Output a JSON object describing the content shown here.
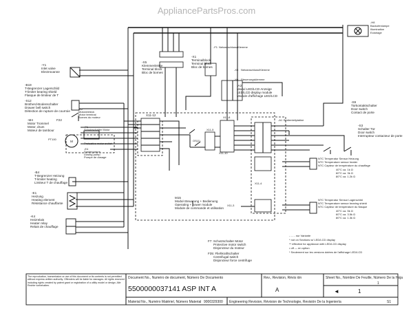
{
  "watermark": "AppliancePartsPros.com",
  "components": {
    "h8": [
      "-H8",
      "Backofenlampe",
      "Illumination",
      "Eclairage"
    ],
    "y1": [
      "-Y1",
      "Inlet valve",
      "Electrovanne"
    ],
    "b19": [
      "-B19",
      "T-Begrenzer Lagerschild",
      "T-limiter bearing shield",
      "Flasque de limiteur de T"
    ],
    "s12": [
      "-S12",
      "Brotherd-Bodenschalter",
      "Drawer bell switch",
      "Détection de rupture de courroie"
    ],
    "m4": [
      "-M4",
      "Motor Trommel",
      "Motor, drum",
      "Moteur de tambour"
    ],
    "f22": "F22",
    "pt100": "PT100",
    "b4": [
      "-B4",
      "T-Begrenzer Heizung",
      "T-limiter heating",
      "Limiteur T de chauffage"
    ],
    "e1": [
      "-E1",
      "Heizung",
      "Heating element",
      "Résistance chauffante"
    ],
    "k4": [
      "-K4",
      "Heizrelais",
      "Heater relay",
      "Relais de chauffage"
    ],
    "x2": [
      "-X2",
      "Motordreieck",
      "Motor terminal",
      "Bornes du moteur"
    ],
    "f1": [
      "-F1",
      "Schutzschalter Motor",
      "Protective motor switch"
    ],
    "e4": [
      "-E4",
      "Dosierpumpe",
      "Dosing pump",
      "Pompe de dosage"
    ],
    "fb1": [
      "-F1",
      "Netzanschluss/Klemme"
    ],
    "x1": [
      "-X1",
      "Terminalblock",
      "Terminal block",
      "Bloc de bornes"
    ],
    "x5": [
      "-X5",
      "Netzanschluss/Klemme"
    ],
    "x5b": [
      "-X5",
      "Klemmenleiste",
      "Terminal block",
      "Bloc de bornes"
    ],
    "x6": [
      "-X6",
      "Steuerungsklemme"
    ],
    "a3": [
      "-A3",
      "Modul LED/LCD Anzeige",
      "LED/LCD display module",
      "Module d'affichage LED/LCD"
    ],
    "x11_12": "X11-12",
    "x11_8": "X11-8",
    "x11_10": "X11-10",
    "x11_4": "X11-4",
    "x11_3": "X11-3",
    "x11_5": "X11-5",
    "ohm_label": "OS(1)",
    "a1": [
      "-A1",
      "Bedienteilplatine"
    ],
    "s9": [
      "-S9",
      "Türkontaktschalter",
      "Door switch",
      "Contact de porte"
    ],
    "s3": [
      "-S3",
      "Schalter Tür",
      "Door switch",
      "Interrupteur contacteur de porte"
    ],
    "m15": [
      "M15",
      "Modul-Steuerung + Bedienung",
      "Operating + power module",
      "Module de commande et utilisation"
    ],
    "ntc1": [
      "NTC Temperatur Sensor Heizung",
      "NTC Temperature sensor heater",
      "NTC Capteur de température du chauffage",
      "40°C ca. 1k Ω",
      "60°C ca. 3k Ω",
      "80°C ca. 1.2k Ω"
    ],
    "ntc2": [
      "NTC Temperatur Sensor Lagerschild",
      "NTC Temperature sensor bearing shield",
      "NTC Capteur de température du flasque",
      "40°C ca. 5k Ω",
      "60°C ca. 3.5k Ω",
      "80°C ca. 1.3k Ω"
    ],
    "f7": [
      "F7: Schutzschalter Motor",
      "Protective motor switch",
      "Disjoncteur du moteur"
    ],
    "f35": [
      "F35: Fliehkraftschalter",
      "Centrifugal switch",
      "Disjoncteur force centrifuge"
    ],
    "legend": [
      "- - - - nur Variante",
      "* not on Sections w/ LED/LCD display",
      "** effective for appliance with LED/LCD display",
      "• off — en option",
      "* Seulement sur les versions dotées de l'affichage LED/LCD"
    ]
  },
  "title_block": {
    "notice": "The reproduction, transmission or use of this document or its contents is not permitted without express written authority. Offenders will be liable for damages. All rights reserved including rights created by patent grant or registration of a utility model or design. Alle Rechte vorbehalten.",
    "doc_no_label": "Document No., Numéro de document, Número De Documento",
    "doc_no": "5500000037141 ASP INT A",
    "rev_label": "Rev., Revision, Révis ión",
    "rev": "A",
    "sheet_label": "Sheet No., Nombre De Feuille, Número De la Hoja",
    "sheet_no": "1",
    "sheet_of": "1",
    "material_label": "Material No., Numéro Matériel, Número Material",
    "material_no": "9000329300",
    "eng_rev_label": "Engineering Revision, Révision de Technologie, Revisión De la Ingeniería",
    "eng_rev": "S1"
  }
}
